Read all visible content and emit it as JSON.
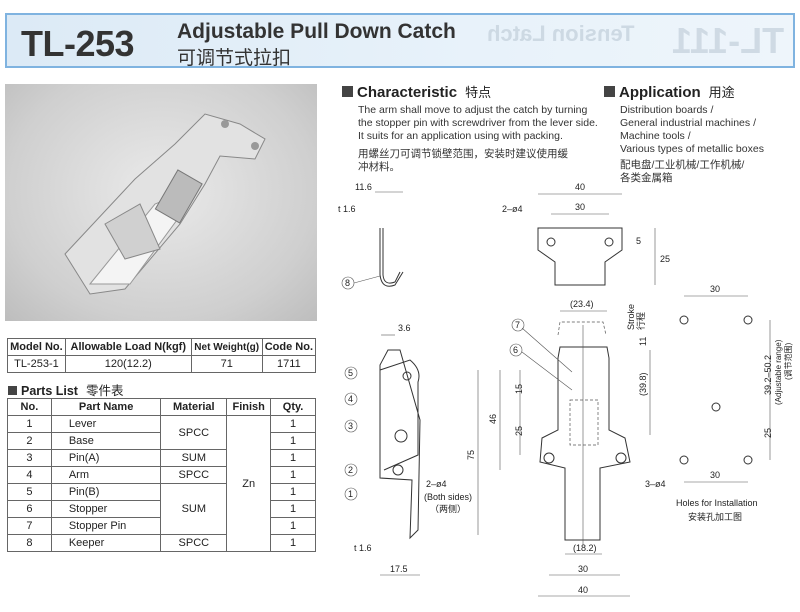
{
  "header": {
    "model": "TL-253",
    "title_en": "Adjustable Pull Down Catch",
    "title_cn": "可调节式拉扣",
    "ghost_title": "Tension Latch",
    "ghost_model": "TL-111"
  },
  "spec_table": {
    "headers": [
      "Model No.",
      "Allowable Load N(kgf)",
      "Net Weight(g)",
      "Code No."
    ],
    "row": [
      "TL-253-1",
      "120(12.2)",
      "71",
      "1711"
    ]
  },
  "parts_list": {
    "title": "Parts List",
    "title_cn": "零件表",
    "headers": [
      "No.",
      "Part Name",
      "Material",
      "Finish",
      "Qty."
    ],
    "rows": [
      {
        "no": "1",
        "name": "Lever",
        "qty": "1"
      },
      {
        "no": "2",
        "name": "Base",
        "qty": "1"
      },
      {
        "no": "3",
        "name": "Pin(A)",
        "qty": "1"
      },
      {
        "no": "4",
        "name": "Arm",
        "qty": "1"
      },
      {
        "no": "5",
        "name": "Pin(B)",
        "qty": "1"
      },
      {
        "no": "6",
        "name": "Stopper",
        "qty": "1"
      },
      {
        "no": "7",
        "name": "Stopper Pin",
        "qty": "1"
      },
      {
        "no": "8",
        "name": "Keeper",
        "qty": "1"
      }
    ],
    "materials": [
      "SPCC",
      "SUM",
      "SPCC",
      "SUM",
      "SPCC"
    ],
    "finish": "Zn"
  },
  "characteristic": {
    "title": "Characteristic",
    "title_cn": "特点",
    "text_en": "The arm shall move to adjust the catch by turning the stopper pin with screwdriver from the lever side. It suits for an application using with packing.",
    "text_cn": "用螺丝刀可调节锁壁范围，安装时建议使用缓冲材料。"
  },
  "application": {
    "title": "Application",
    "title_cn": "用途",
    "lines": [
      "Distribution boards /",
      "General industrial machines /",
      "Machine tools /",
      "Various types of metallic boxes"
    ],
    "text_cn_1": "配电盘/工业机械/工作机械/",
    "text_cn_2": "各类金属箱"
  },
  "drawing": {
    "keeper_side": {
      "w": "11.6",
      "t": "t 1.6",
      "part": "8"
    },
    "keeper_front": {
      "w40": "40",
      "w30": "30",
      "holes": "2–ø4",
      "h5": "5",
      "h25": "25"
    },
    "lever_side": {
      "d36": "3.6",
      "parts": [
        "5",
        "4",
        "3",
        "2",
        "1"
      ],
      "holes": "2–ø4",
      "both": "(Both sides)",
      "both_cn": "（两侧）",
      "t": "t 1.6",
      "w": "17.5"
    },
    "front": {
      "top": "(23.4)",
      "stroke": "Stroke",
      "stroke_cn": "行程",
      "s11": "11",
      "s398": "(39.8)",
      "p7": "7",
      "p6": "6",
      "h15": "15",
      "h46": "46",
      "h25": "25",
      "h75": "75",
      "holes": "3–ø4",
      "b182": "(18.2)",
      "b30": "30",
      "b40": "40"
    },
    "holes": {
      "w_top": "30",
      "range": "39.2–50.2",
      "range_label": "(Adjustable range)",
      "range_cn": "(调节范围)",
      "h25": "25",
      "w_bot": "30",
      "caption": "Holes for Installation",
      "caption_cn": "安装孔加工图"
    }
  }
}
